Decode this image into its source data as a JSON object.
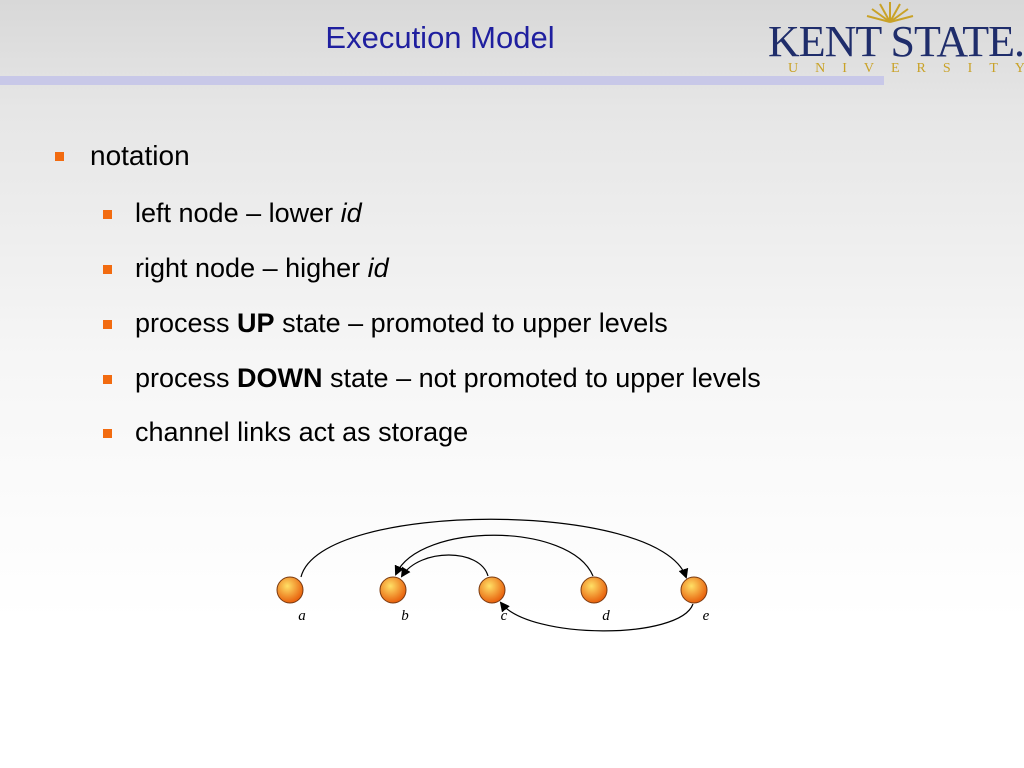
{
  "slide": {
    "title": "Execution Model",
    "logo": {
      "main": "KENT STATE.",
      "sub": "UNIVERSITY"
    }
  },
  "bullets": {
    "level1": {
      "text": "notation"
    },
    "items": [
      {
        "pre": "left node – lower ",
        "em": "id",
        "strong": "",
        "post": ""
      },
      {
        "pre": "right node – higher ",
        "em": "id",
        "strong": "",
        "post": ""
      },
      {
        "pre": "process ",
        "em": "",
        "strong": "UP",
        "post": " state – promoted to upper levels"
      },
      {
        "pre": "process ",
        "em": "",
        "strong": "DOWN",
        "post": " state – not promoted to upper levels"
      },
      {
        "pre": "channel links act as storage",
        "em": "",
        "strong": "",
        "post": ""
      }
    ]
  },
  "diagram": {
    "nodes": [
      "a",
      "b",
      "c",
      "d",
      "e"
    ],
    "colors": {
      "node_center": "#ffe066",
      "node_edge": "#e8600c",
      "node_stroke": "#7a3a10",
      "link": "#000000"
    },
    "links": [
      {
        "from": "a",
        "to": "e"
      },
      {
        "from": "d",
        "to": "b"
      },
      {
        "from": "c",
        "to": "b"
      },
      {
        "from": "e",
        "to": "c"
      }
    ]
  },
  "colors": {
    "title": "#1f1f9f",
    "title_bar": "#c8c8e8",
    "bullet": "#f26b10",
    "logo_main": "#1f2d6b",
    "logo_sub": "#c9a227"
  }
}
